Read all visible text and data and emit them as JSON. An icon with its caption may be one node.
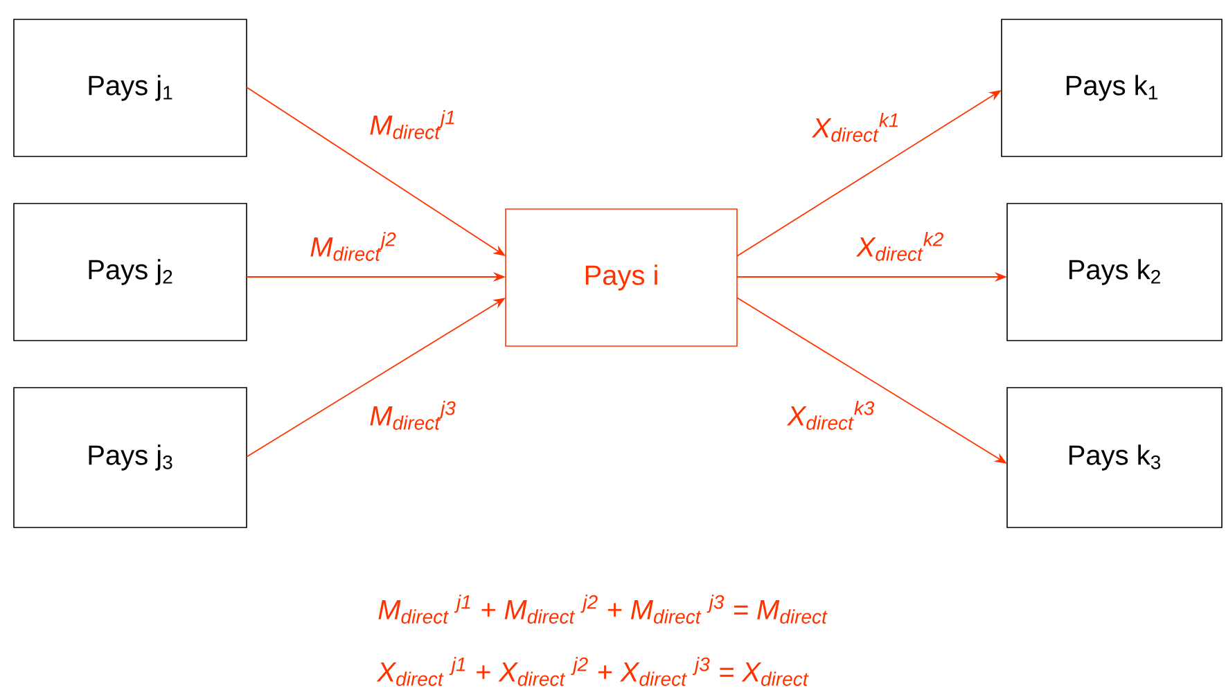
{
  "diagram": {
    "nodes": [
      {
        "text": [
          "Pays j$_{1}$"
        ]
      },
      {
        "text": [
          "Pays j$_{2}$"
        ]
      },
      {
        "text": [
          "Pays j$_{3}$"
        ]
      },
      {
        "text": [
          "Pays i"
        ]
      },
      {
        "text": [
          "Pays k$_{1}$"
        ]
      },
      {
        "text": [
          "Pays k$_{2}$"
        ]
      },
      {
        "text": [
          "Pays k$_{3}$"
        ]
      }
    ],
    "edges": [
      {
        "from": 0,
        "to": 3,
        "arrow": "to",
        "label": "M$_{direct}$$^{j1}$"
      },
      {
        "from": 1,
        "to": 3,
        "arrow": "to",
        "label": "M$_{direct}$$^{j2}$"
      },
      {
        "from": 2,
        "to": 3,
        "arrow": "to",
        "label": "M$_{direct}$$^{j3}$"
      },
      {
        "from": 3,
        "to": 4,
        "arrow": "to",
        "label": "X$_{direct}$$^{k1}$"
      },
      {
        "from": 3,
        "to": 5,
        "arrow": "to",
        "label": "X$_{direct}$$^{k2}$"
      },
      {
        "from": 3,
        "to": 6,
        "arrow": "to",
        "label": "X$_{direct}$$^{k3}$"
      }
    ],
    "labels": [
      "M$_{direct}$ $^{j1}$ + M$_{direct}$ $^{j2}$ + M$_{direct}$ $^{j3}$ = M$_{direct}$",
      "X$_{direct}$ $^{j1}$ + X$_{direct}$ $^{j2}$ + X$_{direct}$ $^{j3}$ = X$_{direct}$"
    ]
  }
}
